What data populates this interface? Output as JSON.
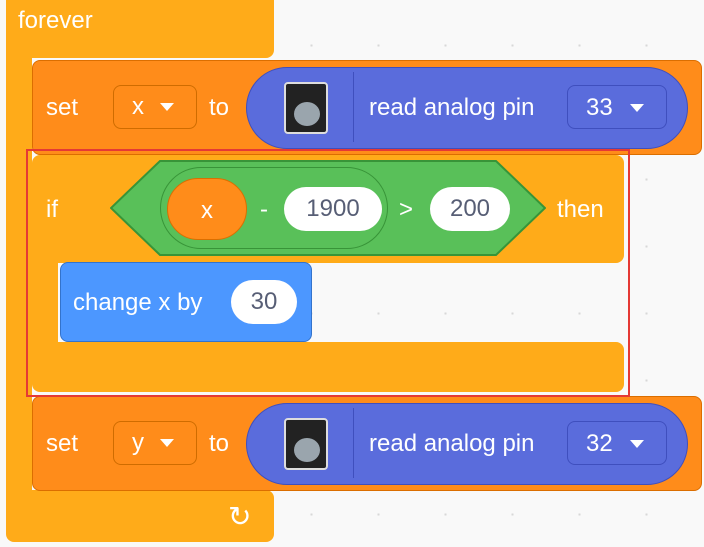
{
  "forever_block": {
    "label": "forever"
  },
  "set_x_block": {
    "label": "set",
    "variable": "x",
    "to_label": "to",
    "reporter_label": "read analog pin",
    "pin": "33"
  },
  "if_block": {
    "label": "if",
    "variable": "x",
    "operator_minus": "-",
    "value_1": "1900",
    "operator_greater": ">",
    "value_2": "200",
    "then_label": "then"
  },
  "change_block": {
    "label": "change x by",
    "value": "30"
  },
  "set_y_block": {
    "label": "set",
    "variable": "y",
    "to_label": "to",
    "reporter_label": "read analog pin",
    "pin": "32"
  },
  "colors": {
    "control": "#ffab19",
    "variables": "#ff8c1a",
    "operators": "#59c059",
    "motion": "#4c97ff",
    "extension": "#5a6cdc",
    "highlight": "#e53935"
  }
}
